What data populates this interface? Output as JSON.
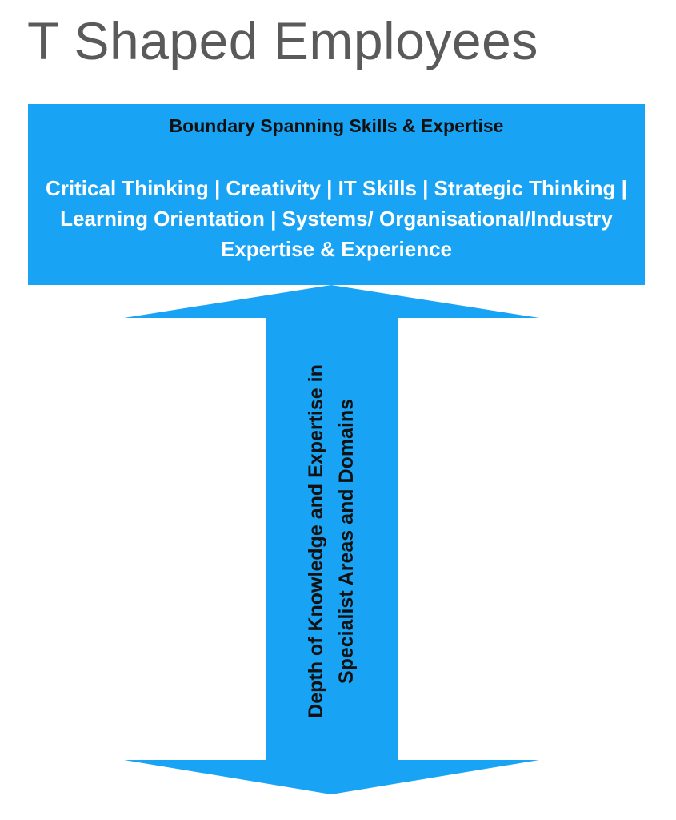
{
  "title": "T Shaped Employees",
  "top_box": {
    "heading": "Boundary Spanning Skills & Expertise",
    "body": "Critical Thinking | Creativity | IT Skills | Strategic Thinking | Learning Orientation | Systems/ Organisational/Industry Expertise & Experience"
  },
  "vertical_arrow": {
    "label": "Depth of Knowledge and Expertise in Specialist Areas and Domains"
  },
  "colors": {
    "box": "#19a3f5",
    "title": "#5a5a5a"
  }
}
